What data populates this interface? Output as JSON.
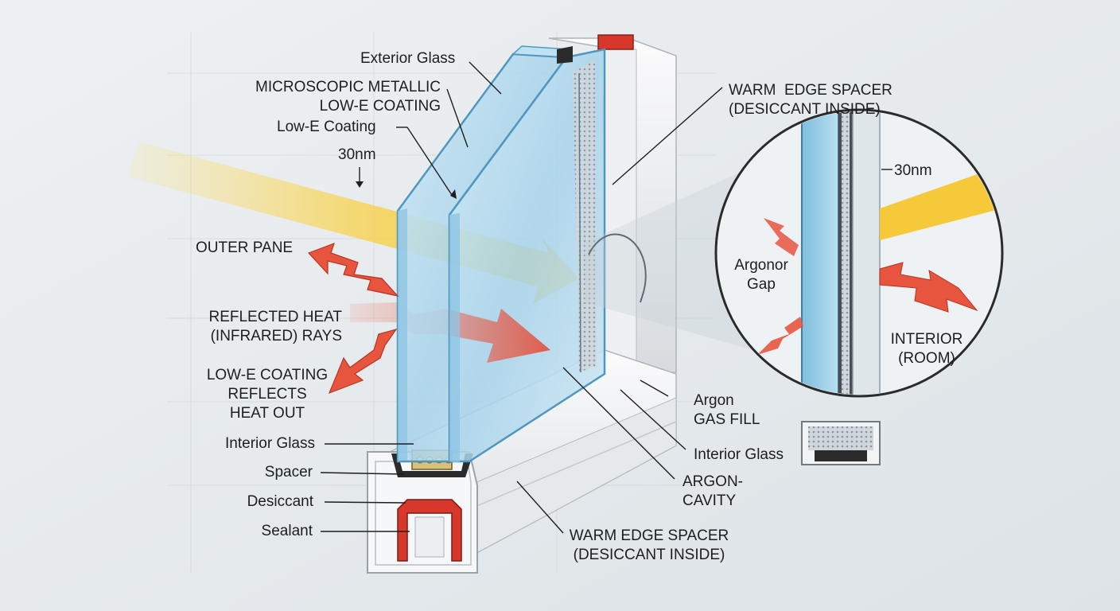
{
  "labels": {
    "exterior_glass": "Exterior Glass",
    "microscopic_coating": "MICROSCOPIC METALLIC\nLOW-E COATING",
    "lowe_coating": "Low-E Coating",
    "thickness_left": "30nm",
    "outer_pane": "OUTER PANE",
    "reflected_heat": "REFLECTED HEAT\n(INFRARED) RAYS",
    "lowe_reflects": "LOW-E COATING\nREFLECTS\nHEAT OUT",
    "interior_glass_left": "Interior Glass",
    "spacer": "Spacer",
    "desiccant": "Desiccant",
    "sealant": "Sealant",
    "warm_edge_top": "WARM  EDGE SPACER\n(DESICCANT INSIDE)",
    "argon_gas_fill": "Argon\nGAS FILL",
    "interior_glass_right": "Interior Glass",
    "argon_cavity": "ARGON-\nCAVITY",
    "warm_edge_bottom": "WARM EDGE SPACER\n(DESICCANT INSIDE)",
    "thickness_zoom": "30nm",
    "argon_gap": "Argonor\nGap",
    "interior_room": "INTERIOR\n(ROOM)"
  },
  "colors": {
    "background": "#e8ecef",
    "glass": "#a9d6ec",
    "glass_edge": "#4f97bf",
    "frame": "#f4f5f6",
    "frame_shadow": "#c9ced3",
    "sealant": "#d8382b",
    "heat_arrow": "#e8553f",
    "sun_ray": "#f6c93a",
    "spacer_dark": "#2b2b2b"
  },
  "icons": [
    "sun-ray-arrow",
    "reflected-heat-arrow",
    "magnifier-callout"
  ]
}
